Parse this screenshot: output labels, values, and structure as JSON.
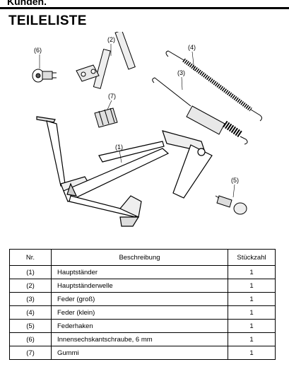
{
  "header": {
    "stub": "Kunden.",
    "title": "TEILELISTE"
  },
  "figure": {
    "callouts": [
      "(6)",
      "(2)",
      "(4)",
      "(3)",
      "(7)",
      "(1)",
      "(5)"
    ]
  },
  "table": {
    "headers": [
      "Nr.",
      "Beschreibung",
      "Stückzahl"
    ],
    "rows": [
      {
        "nr": "(1)",
        "desc": "Hauptständer",
        "qty": "1"
      },
      {
        "nr": "(2)",
        "desc": "Hauptständerwelle",
        "qty": "1"
      },
      {
        "nr": "(3)",
        "desc": "Feder (groß)",
        "qty": "1"
      },
      {
        "nr": "(4)",
        "desc": "Feder (klein)",
        "qty": "1"
      },
      {
        "nr": "(5)",
        "desc": "Federhaken",
        "qty": "1"
      },
      {
        "nr": "(6)",
        "desc": "Innensechskantschraube, 6 mm",
        "qty": "1"
      },
      {
        "nr": "(7)",
        "desc": "Gummi",
        "qty": "1"
      }
    ]
  }
}
